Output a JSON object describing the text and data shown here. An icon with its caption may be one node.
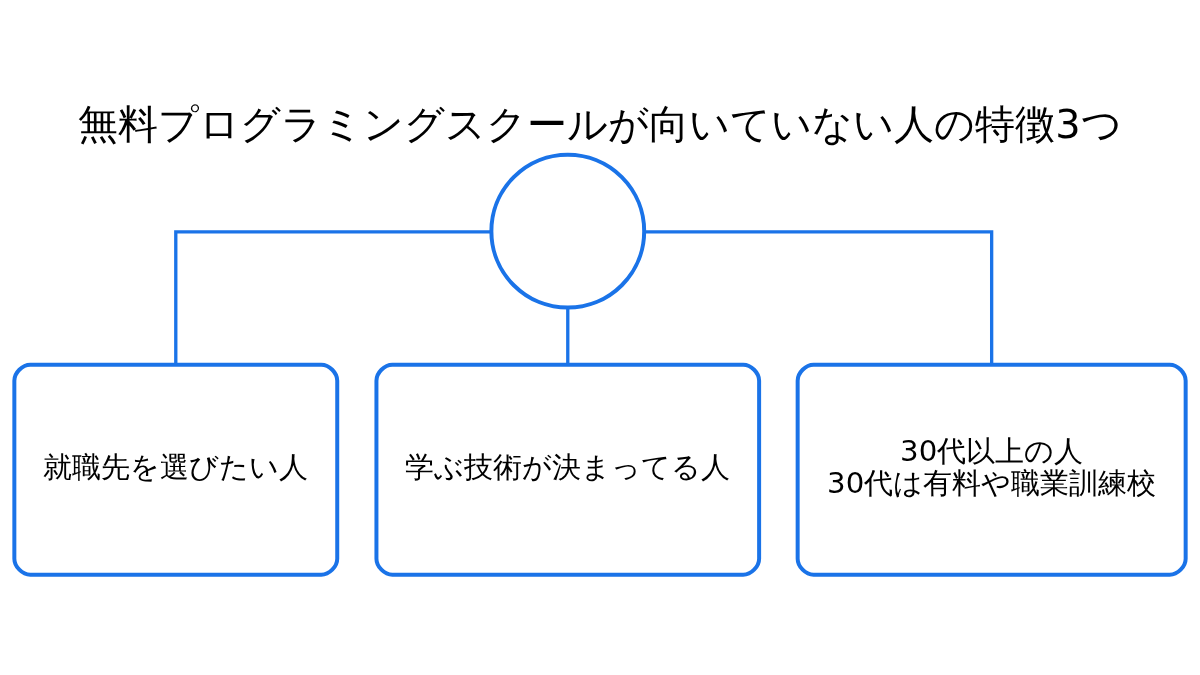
{
  "diagram": {
    "title": "無料プログラミングスクールが向いていない人の特徴3つ",
    "nodes": [
      {
        "text": [],
        "shape": "circle"
      },
      {
        "text": [
          "就職先を選びたい人"
        ]
      },
      {
        "text": [
          "学ぶ技術が決まってる人"
        ]
      },
      {
        "text": [
          "30代以上の人",
          "30代は有料や職業訓練校"
        ]
      }
    ],
    "edges": [
      {
        "from": 0,
        "to": 1,
        "arrow": "none"
      },
      {
        "from": 0,
        "to": 2,
        "arrow": "none"
      },
      {
        "from": 0,
        "to": 3,
        "arrow": "none"
      }
    ]
  }
}
